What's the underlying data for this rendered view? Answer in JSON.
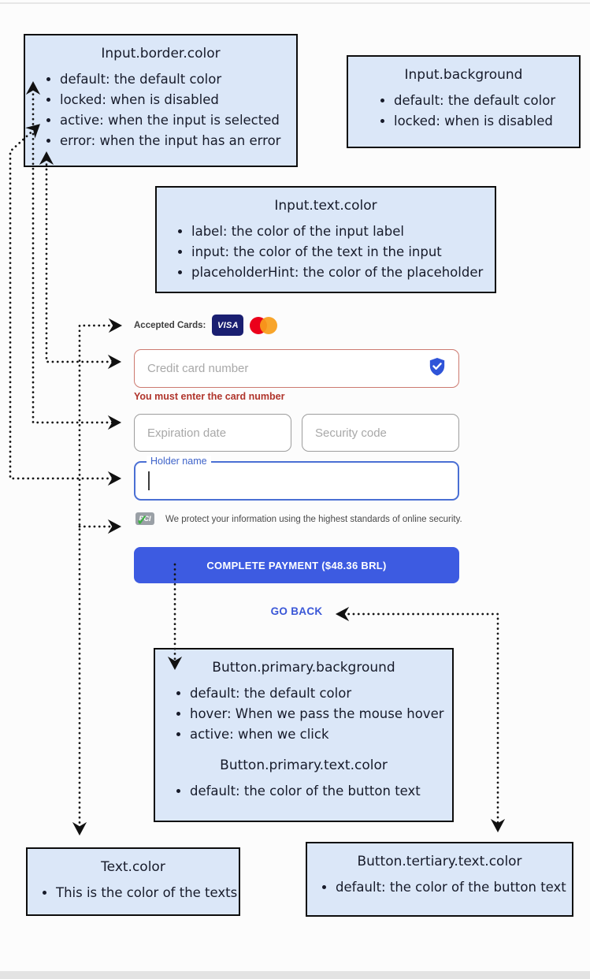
{
  "callouts": {
    "input_border_color": {
      "title": "Input.border.color",
      "items": [
        "default: the default color",
        "locked: when is disabled",
        "active: when the input is selected",
        "error: when the input has an error"
      ]
    },
    "input_background": {
      "title": "Input.background",
      "items": [
        "default: the default color",
        "locked: when is disabled"
      ]
    },
    "input_text_color": {
      "title": "Input.text.color",
      "items": [
        "label: the color of the input label",
        "input: the color of the text in the input",
        "placeholderHint: the color of the placeholder"
      ]
    },
    "button_primary": {
      "title": "Button.primary.background",
      "items": [
        "default: the default color",
        "hover: When we pass the mouse hover",
        "active: when we click"
      ],
      "subtitle": "Button.primary.text.color",
      "sub_items": [
        "default: the color of the button text"
      ]
    },
    "text_color": {
      "title": "Text.color",
      "items": [
        "This is the color of the texts"
      ]
    },
    "button_tertiary": {
      "title": "Button.tertiary.text.color",
      "items": [
        "default: the color of the button text"
      ]
    }
  },
  "form": {
    "accepted_cards_label": "Accepted Cards:",
    "visa_label": "VISA",
    "card_number_placeholder": "Credit card number",
    "card_number_error": "You must enter the card number",
    "expiration_placeholder": "Expiration date",
    "security_placeholder": "Security code",
    "holder_label": "Holder name",
    "holder_value": "",
    "pci_label": "PCI",
    "security_note": "We protect your information using the highest standards of online security.",
    "submit_label": "COMPLETE PAYMENT ($48.36 BRL)",
    "go_back_label": "GO BACK"
  },
  "colors": {
    "callout_background": "#dbe7f8",
    "callout_border": "#0d0d0d",
    "primary_button": "#3d5be1",
    "error": "#b0352c",
    "active_border": "#4a6fd4",
    "default_border": "#9d9d9d",
    "placeholder": "#a8a8a8",
    "tertiary_text": "#3a57d7",
    "visa_navy": "#1a1f71",
    "mastercard_red": "#eb001b",
    "mastercard_orange": "#f79e1b",
    "pci_check_green": "#3cb043"
  }
}
